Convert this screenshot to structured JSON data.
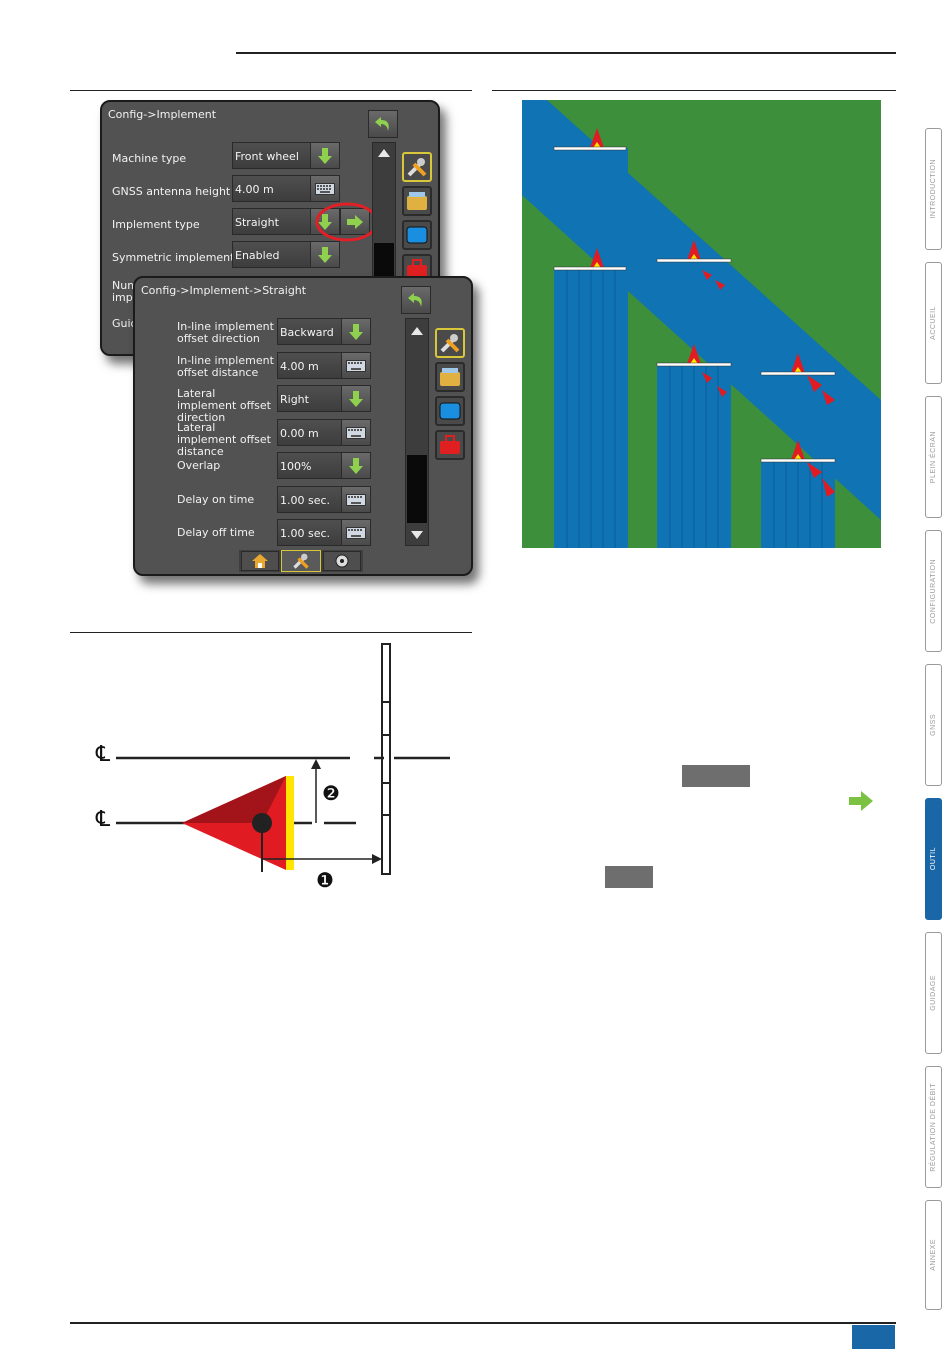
{
  "colors": {
    "accent_blue": "#1a67a7",
    "field_green": "#3d8f3c",
    "coverage_blue": "#0f73b4",
    "machine_red": "#e11b22",
    "machine_dark_red": "#a3141a",
    "yellow": "#ffe600"
  },
  "screen1": {
    "title": "Config->Implement",
    "rows": [
      {
        "label": "Machine type",
        "value": "Front wheel",
        "button": "arrow-down-icon"
      },
      {
        "label": "GNSS antenna height",
        "value": "4.00 m",
        "button": "keyboard-icon"
      },
      {
        "label": "Implement type",
        "value": "Straight",
        "button": "arrow-right-icon"
      },
      {
        "label": "Symmetric implement",
        "value": "Enabled",
        "button": "arrow-down-icon"
      }
    ],
    "partial_labels": [
      "Num",
      "imp",
      "Guid"
    ]
  },
  "screen2": {
    "title": "Config->Implement->Straight",
    "rows": [
      {
        "label": "In-line implement offset direction",
        "value": "Backward",
        "button": "arrow-down-icon"
      },
      {
        "label": "In-line implement offset distance",
        "value": "4.00 m",
        "button": "keyboard-icon"
      },
      {
        "label": "Lateral implement offset direction",
        "value": "Right",
        "button": "arrow-down-icon"
      },
      {
        "label": "Lateral implement offset distance",
        "value": "0.00 m",
        "button": "keyboard-icon"
      },
      {
        "label": "Overlap",
        "value": "100%",
        "button": "arrow-down-icon"
      },
      {
        "label": "Delay on time",
        "value": "1.00 sec.",
        "button": "keyboard-icon"
      },
      {
        "label": "Delay off time",
        "value": "1.00 sec.",
        "button": "keyboard-icon"
      }
    ],
    "bottom_tabs": [
      "home-icon",
      "tools-icon",
      "gauge-icon"
    ]
  },
  "diagram": {
    "centerline_symbol": "℄",
    "markers": [
      "❶",
      "❷"
    ]
  },
  "side_tabs": [
    {
      "label": "INTRODUCTION",
      "active": false
    },
    {
      "label": "ACCUEIL",
      "active": false
    },
    {
      "label": "PLEIN ÉCRAN",
      "active": false
    },
    {
      "label": "CONFIGURATION",
      "active": false
    },
    {
      "label": "GNSS",
      "active": false
    },
    {
      "label": "OUTIL",
      "active": true
    },
    {
      "label": "GUIDAGE",
      "active": false
    },
    {
      "label": "RÉGULATION DE DÉBIT",
      "active": false
    },
    {
      "label": "ANNEXE",
      "active": false
    }
  ]
}
